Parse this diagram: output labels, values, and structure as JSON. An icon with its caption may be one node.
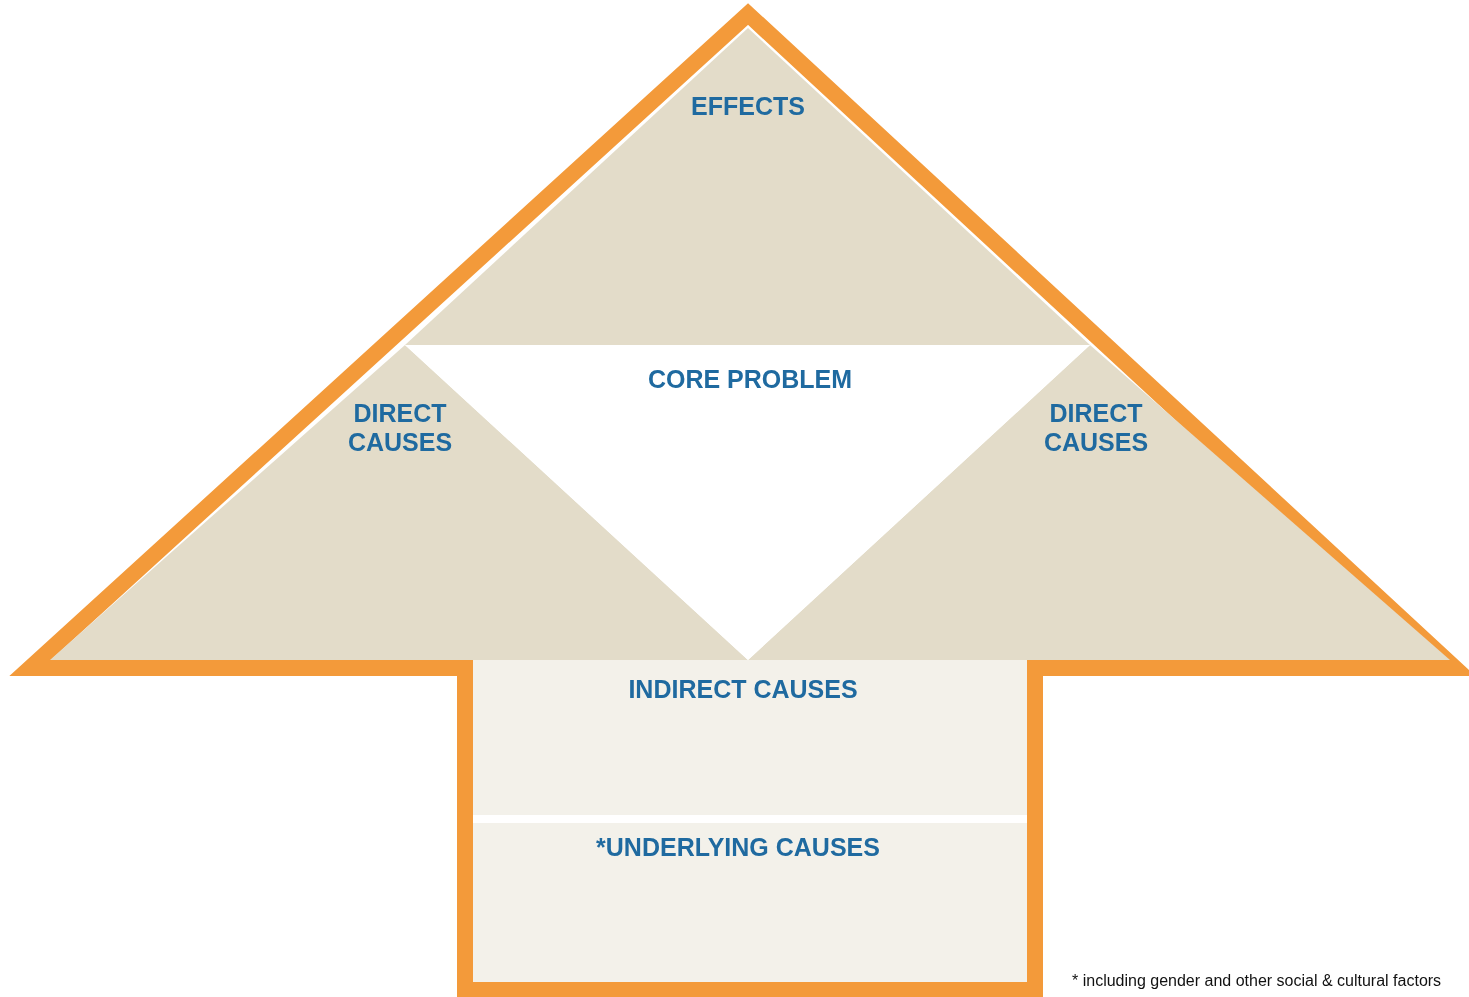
{
  "diagram": {
    "nodes": [
      {
        "text": [],
        "shape": "arrow"
      },
      {
        "text": [
          "EFFECTS"
        ],
        "in": 0
      },
      {
        "text": [
          "CORE PROBLEM"
        ],
        "in": 0
      },
      {
        "text": [
          "DIRECT CAUSES"
        ],
        "in": 0
      },
      {
        "text": [
          "DIRECT CAUSES"
        ],
        "in": 0
      },
      {
        "text": [
          "INDIRECT CAUSES"
        ],
        "in": 0
      },
      {
        "text": [
          "*UNDERLYING CAUSES"
        ],
        "in": 0
      }
    ],
    "labels": [
      "* including gender and other social & cultural factors"
    ]
  }
}
